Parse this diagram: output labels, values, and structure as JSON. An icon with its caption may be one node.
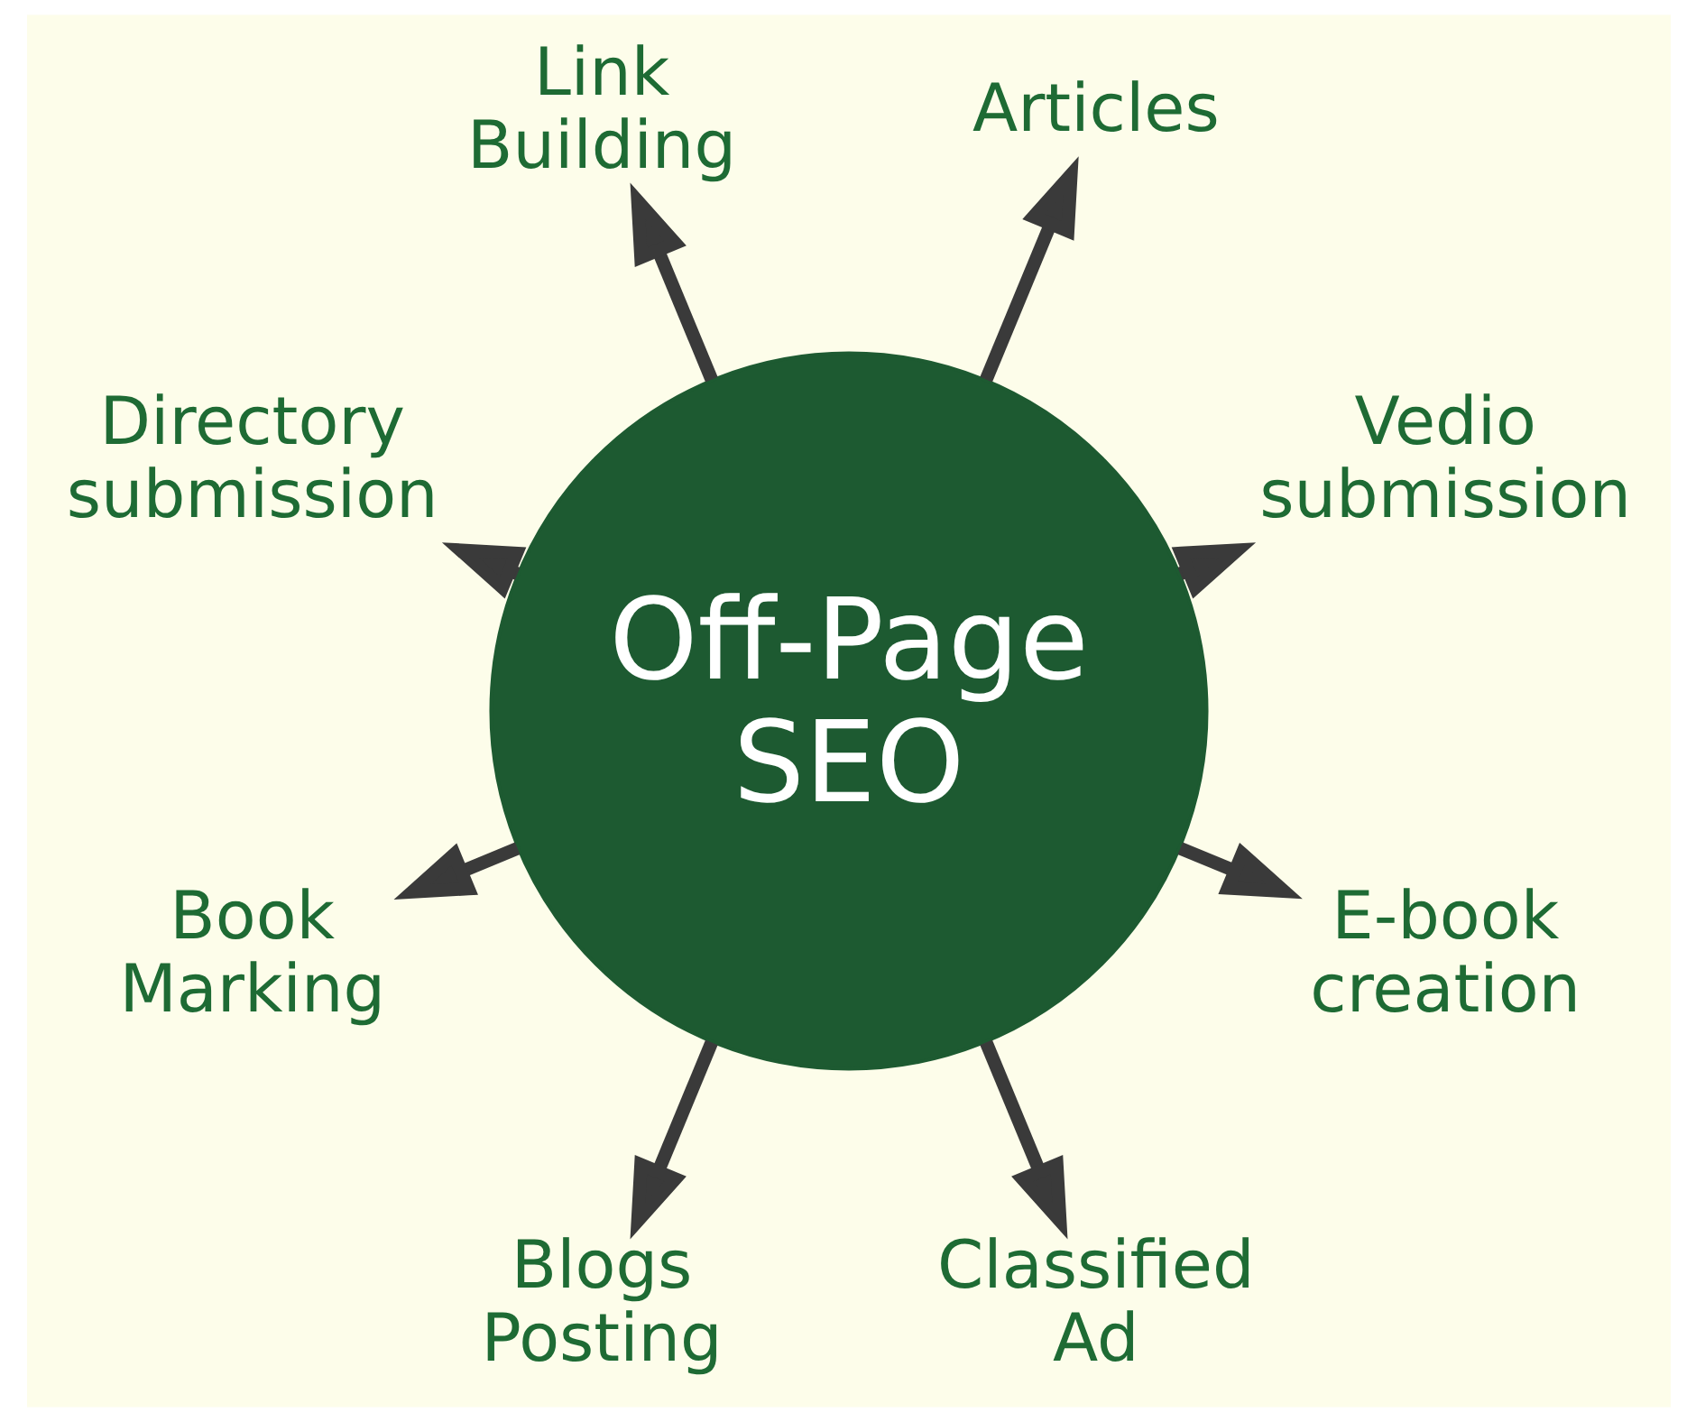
{
  "diagram": {
    "nodes": [
      {
        "text": [
          "Vedio submission"
        ]
      },
      {
        "text": [
          "Articles"
        ]
      },
      {
        "text": [
          "Link Building"
        ]
      },
      {
        "text": [
          "Off-Page",
          "SEO"
        ]
      },
      {
        "text": [
          "Directory submission"
        ]
      },
      {
        "text": [
          "Book Marking"
        ]
      },
      {
        "text": [
          "Blogs Posting"
        ]
      },
      {
        "text": [
          "Classified Ad"
        ]
      },
      {
        "text": [
          "E-book creation"
        ]
      }
    ],
    "edges": [
      {
        "from": 3,
        "to": 0,
        "arrow": "to"
      },
      {
        "from": 3,
        "to": 1,
        "arrow": "to"
      },
      {
        "from": 3,
        "to": 2,
        "arrow": "to"
      },
      {
        "from": 3,
        "to": 4,
        "arrow": "to"
      },
      {
        "from": 3,
        "to": 5,
        "arrow": "to"
      },
      {
        "from": 3,
        "to": 6,
        "arrow": "to"
      },
      {
        "from": 3,
        "to": 7,
        "arrow": "to"
      },
      {
        "from": 3,
        "to": 8,
        "arrow": "to"
      }
    ]
  }
}
